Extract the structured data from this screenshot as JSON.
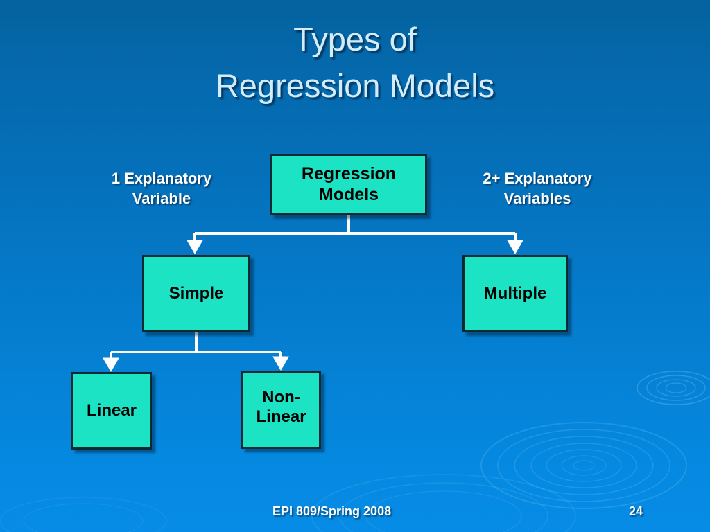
{
  "slide": {
    "title": "Types of\nRegression Models",
    "background_top_color": "#0569ad",
    "background_bottom_color": "#0589e1"
  },
  "labels": {
    "left": "1 Explanatory\nVariable",
    "right": "2+ Explanatory\nVariables"
  },
  "diagram": {
    "node_fill_color": "#1ce3c4",
    "node_border_color": "#102a33",
    "connector_color": "#ffffff",
    "nodes": [
      {
        "id": "root",
        "label": "Regression\nModels"
      },
      {
        "id": "simple",
        "label": "Simple"
      },
      {
        "id": "multiple",
        "label": "Multiple"
      },
      {
        "id": "linear",
        "label": "Linear"
      },
      {
        "id": "nonlinear",
        "label": "Non-\nLinear"
      }
    ]
  },
  "footer": {
    "course": "EPI 809/Spring 2008",
    "page_number": "24"
  }
}
